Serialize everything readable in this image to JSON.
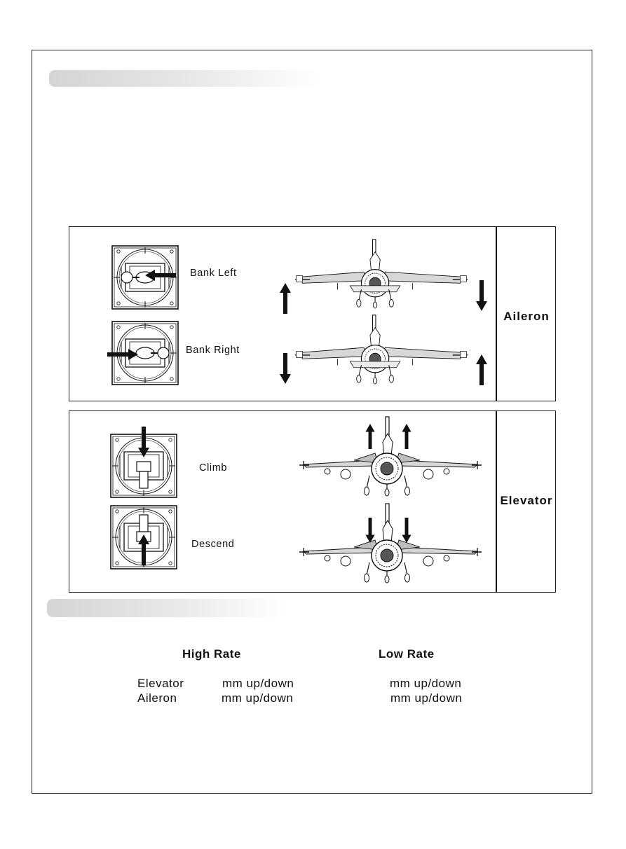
{
  "aileron": {
    "title": "Aileron",
    "bank_left": "Bank Left",
    "bank_right": "Bank Right"
  },
  "elevator": {
    "title": "Elevator",
    "climb": "Climb",
    "descend": "Descend"
  },
  "rates": {
    "high_rate": "High Rate",
    "low_rate": "Low Rate",
    "rows": [
      {
        "label": "Elevator",
        "high": "mm up/down",
        "low": "mm up/down"
      },
      {
        "label": "Aileron",
        "high": "mm up/down",
        "low": "mm up/down"
      }
    ]
  }
}
